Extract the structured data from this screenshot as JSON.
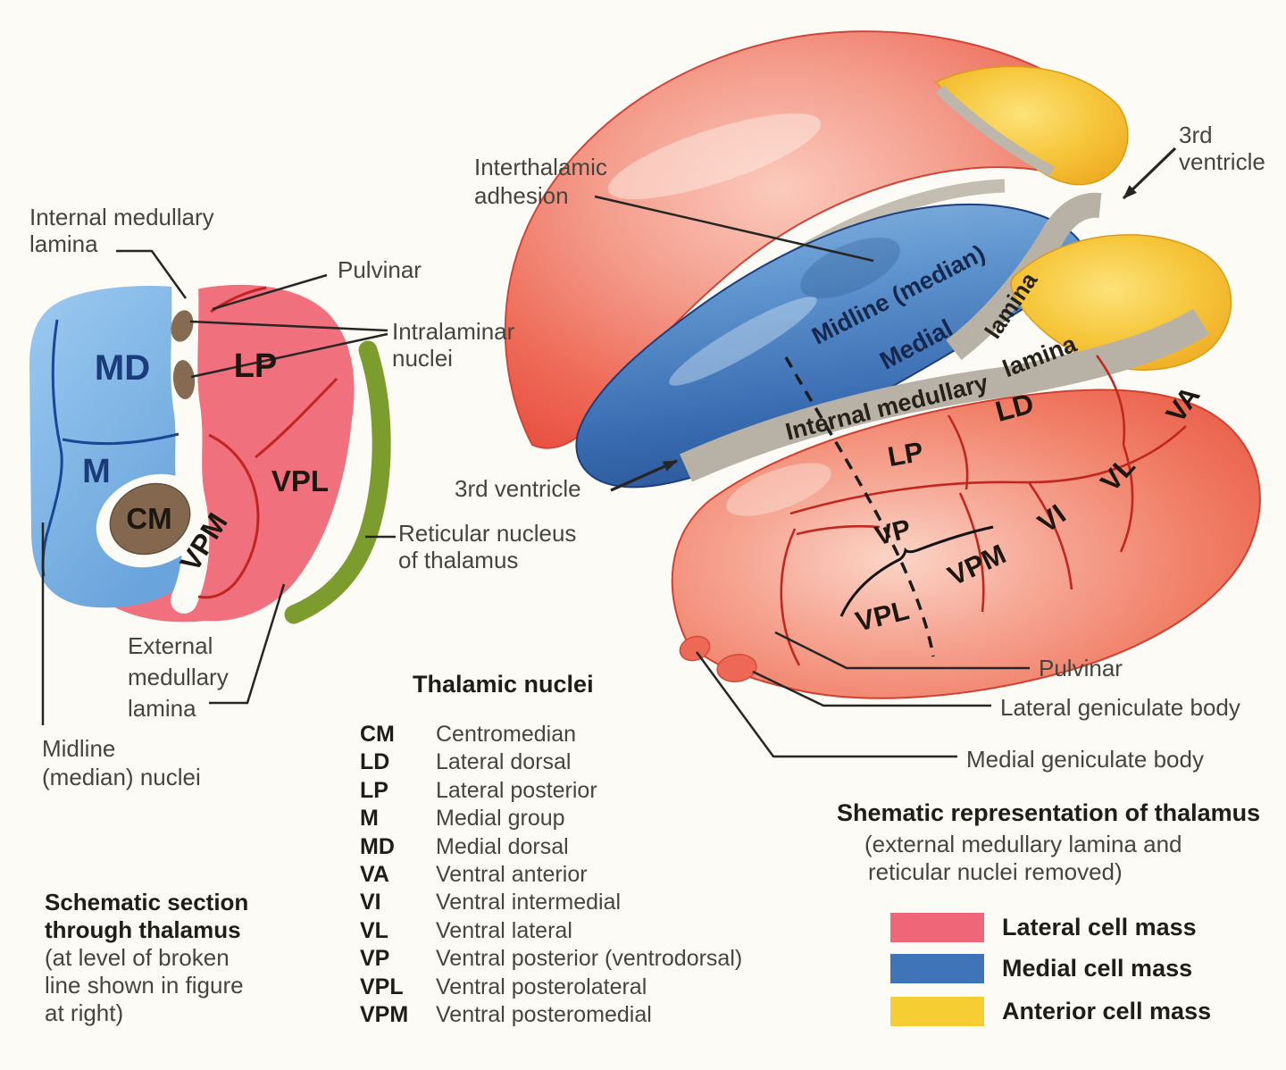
{
  "left_section": {
    "label_internal_medullary_lamina": [
      "Internal medullary",
      "lamina"
    ],
    "label_pulvinar": "Pulvinar",
    "label_intralaminar_nuclei": [
      "Intralaminar",
      "nuclei"
    ],
    "label_reticular_nucleus": [
      "Reticular nucleus",
      "of thalamus"
    ],
    "label_external_medullary_lamina": [
      "External",
      "medullary",
      "lamina"
    ],
    "label_midline_nuclei": [
      "Midline",
      "(median) nuclei"
    ],
    "regions": {
      "md": "MD",
      "m": "M",
      "lp": "LP",
      "cm": "CM",
      "vpl": "VPL",
      "vpm": "VPM"
    }
  },
  "right_view": {
    "label_interthalamic_adhesion": [
      "Interthalamic",
      "adhesion"
    ],
    "label_third_ventricle_top": [
      "3rd",
      "ventricle"
    ],
    "label_third_ventricle_left": "3rd ventricle",
    "band_labels": {
      "midline": "Midline (median)",
      "medial": "Medial",
      "lamina_upper": "lamina",
      "internal_medullary": "Internal medullary",
      "lamina_lower": "lamina"
    },
    "regions": {
      "lp": "LP",
      "ld": "LD",
      "va": "VA",
      "vl": "VL",
      "vi": "VI",
      "vp": "VP",
      "vpm": "VPM",
      "vpl": "VPL"
    },
    "label_pulvinar": "Pulvinar",
    "label_lateral_geniculate": "Lateral geniculate body",
    "label_medial_geniculate": "Medial geniculate body"
  },
  "nuclei_list": {
    "title": "Thalamic nuclei",
    "items": [
      {
        "abbr": "CM",
        "name": "Centromedian"
      },
      {
        "abbr": "LD",
        "name": "Lateral dorsal"
      },
      {
        "abbr": "LP",
        "name": "Lateral posterior"
      },
      {
        "abbr": "M",
        "name": "Medial group"
      },
      {
        "abbr": "MD",
        "name": "Medial dorsal"
      },
      {
        "abbr": "VA",
        "name": "Ventral anterior"
      },
      {
        "abbr": "VI",
        "name": "Ventral intermedial"
      },
      {
        "abbr": "VL",
        "name": "Ventral lateral"
      },
      {
        "abbr": "VP",
        "name": "Ventral posterior (ventrodorsal)"
      },
      {
        "abbr": "VPL",
        "name": "Ventral posterolateral"
      },
      {
        "abbr": "VPM",
        "name": "Ventral posteromedial"
      }
    ]
  },
  "caption_left": {
    "bold_lines": [
      "Schematic section",
      "through thalamus"
    ],
    "lines": [
      "(at level of broken",
      "line shown in figure",
      "at right)"
    ]
  },
  "legend": {
    "title": "Shematic representation of thalamus",
    "subtitle": [
      "(external medullary lamina and",
      "reticular nuclei removed)"
    ],
    "items": [
      {
        "label": "Lateral cell mass",
        "color": "#ee6678"
      },
      {
        "label": "Medial cell mass",
        "color": "#3f74b9"
      },
      {
        "label": "Anterior cell mass",
        "color": "#f6cd33"
      }
    ]
  },
  "palette": {
    "lateral_pink": "#f1707e",
    "medial_blue": "#4f86c6",
    "anterior_yellow": "#f4c232",
    "reticular_green": "#7d9c2e",
    "nuclei_brown": "#83684f",
    "lamina_gray": "#b7b1a6",
    "line_red": "#c22420",
    "line_navy": "#1b4694",
    "ink": "#45453f"
  }
}
